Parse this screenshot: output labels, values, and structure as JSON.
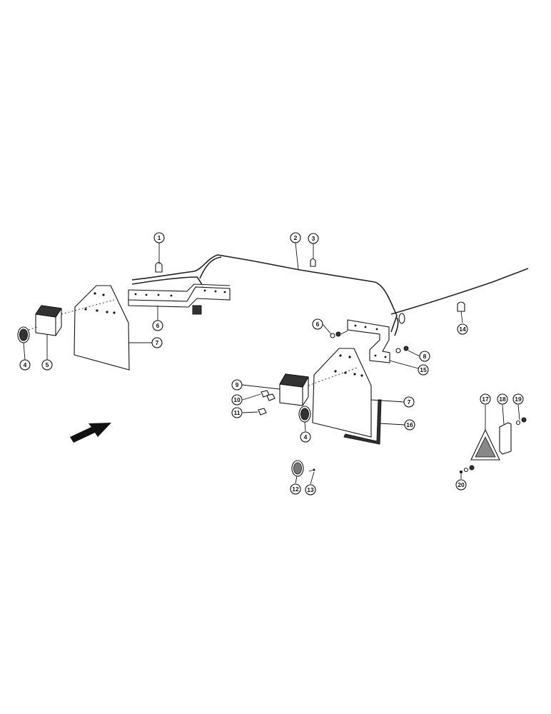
{
  "callouts": [
    {
      "id": "c1",
      "label": "1"
    },
    {
      "id": "c2",
      "label": "2"
    },
    {
      "id": "c3",
      "label": "3"
    },
    {
      "id": "c4a",
      "label": "4"
    },
    {
      "id": "c5",
      "label": "5"
    },
    {
      "id": "c6a",
      "label": "6"
    },
    {
      "id": "c7a",
      "label": "7"
    },
    {
      "id": "c6b",
      "label": "6"
    },
    {
      "id": "c8",
      "label": "8"
    },
    {
      "id": "c15",
      "label": "15"
    },
    {
      "id": "c14",
      "label": "14"
    },
    {
      "id": "c9",
      "label": "9"
    },
    {
      "id": "c10",
      "label": "10"
    },
    {
      "id": "c11",
      "label": "11"
    },
    {
      "id": "c7b",
      "label": "7"
    },
    {
      "id": "c16",
      "label": "16"
    },
    {
      "id": "c4b",
      "label": "4"
    },
    {
      "id": "c12",
      "label": "12"
    },
    {
      "id": "c13",
      "label": "13"
    },
    {
      "id": "c17",
      "label": "17"
    },
    {
      "id": "c18",
      "label": "18"
    },
    {
      "id": "c19",
      "label": "19"
    },
    {
      "id": "c20",
      "label": "20"
    }
  ]
}
